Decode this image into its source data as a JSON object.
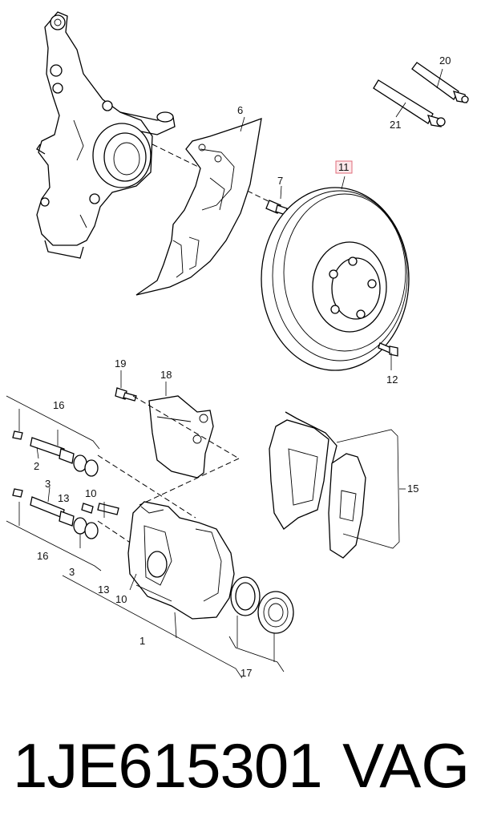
{
  "diagram": {
    "callouts": {
      "c1": "1",
      "c2": "2",
      "c3": "3",
      "c3b": "3",
      "c6": "6",
      "c7": "7",
      "c10": "10",
      "c10b": "10",
      "c11": "11",
      "c12": "12",
      "c13": "13",
      "c13b": "13",
      "c15": "15",
      "c16": "16",
      "c16b": "16",
      "c17": "17",
      "c18": "18",
      "c19": "19",
      "c20": "20",
      "c21": "21"
    },
    "highlighted_callout": "11",
    "highlight_color": "#e06b7a"
  },
  "footer": {
    "part_number": "1JE615301",
    "brand": "VAG"
  }
}
